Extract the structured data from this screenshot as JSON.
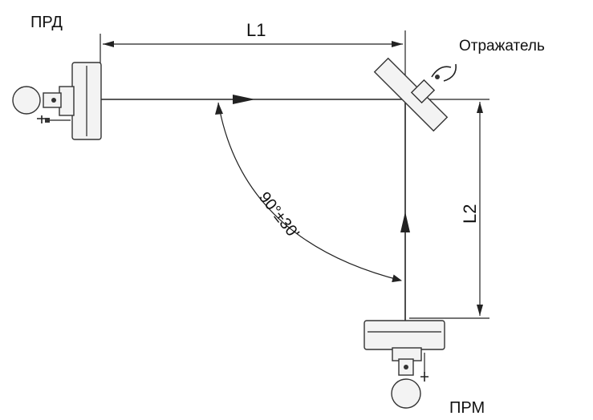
{
  "labels": {
    "transmitter": "ПРД",
    "receiver": "ПРМ",
    "reflector": "Отражатель",
    "distance_1": "L1",
    "distance_2": "L2",
    "angle": "90°±30'"
  }
}
